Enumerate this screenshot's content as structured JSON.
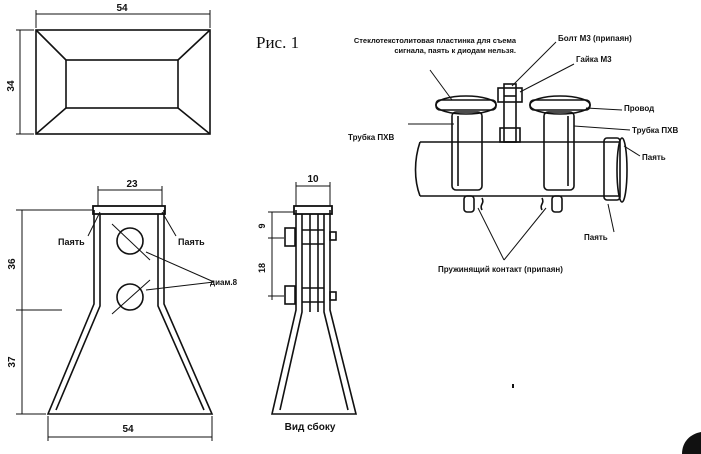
{
  "figure_label": "Рис. 1",
  "top_view": {
    "width_dim": "54",
    "height_dim": "34"
  },
  "front_view": {
    "top_width_dim": "23",
    "bottom_width_dim": "54",
    "upper_height_dim": "36",
    "lower_height_dim": "37",
    "solder_left": "Паять",
    "solder_right": "Паять",
    "hole_diameter": "диам.8"
  },
  "side_view": {
    "top_dim": "10",
    "dim_9": "9",
    "dim_18": "18",
    "caption": "Вид сбоку"
  },
  "assembly": {
    "plate_label": "Стеклотекстолитовая пластинка для съема сигнала, паять к диодам нельзя.",
    "bolt_label": "Болт М3 (припаян)",
    "nut_label": "Гайка М3",
    "wire_label": "Провод",
    "pvc_left": "Трубка ПХВ",
    "pvc_right": "Трубка ПХВ",
    "solder_right": "Паять",
    "solder_bottom": "Паять",
    "spring_contact": "Пружинящий контакт (припаян)"
  }
}
